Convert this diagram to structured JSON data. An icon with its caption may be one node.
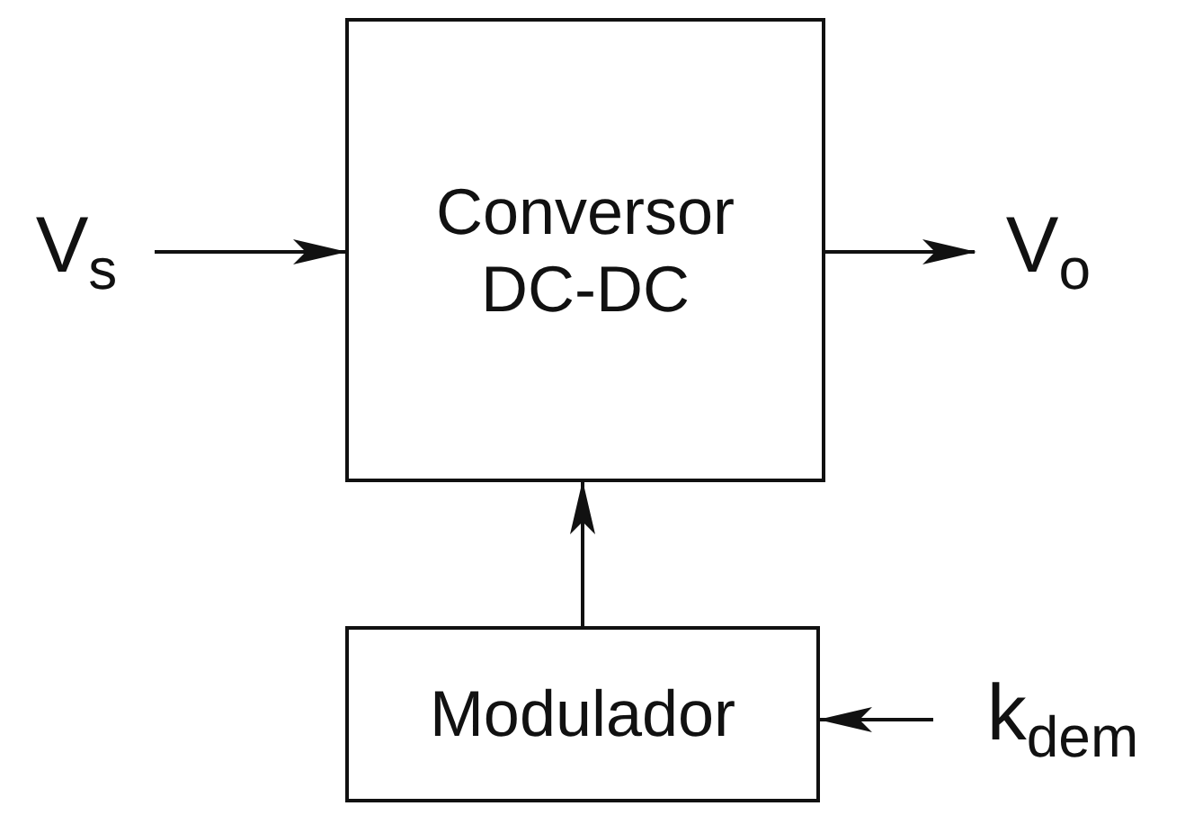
{
  "diagram": {
    "nodes": [
      {
        "text": [
          "V$_{s}$"
        ]
      },
      {
        "text": [
          "Conversor DC-DC"
        ]
      },
      {
        "text": [
          "V$_{o}$"
        ]
      },
      {
        "text": [
          "Modulador"
        ]
      },
      {
        "text": [
          "k$_{dem}$"
        ]
      }
    ],
    "edges": [
      {
        "from": 0,
        "to": 1,
        "arrow": "to"
      },
      {
        "from": 1,
        "to": 2,
        "arrow": "to"
      },
      {
        "from": 3,
        "to": 1,
        "arrow": "to"
      },
      {
        "from": 4,
        "to": 3,
        "arrow": "to"
      }
    ]
  }
}
